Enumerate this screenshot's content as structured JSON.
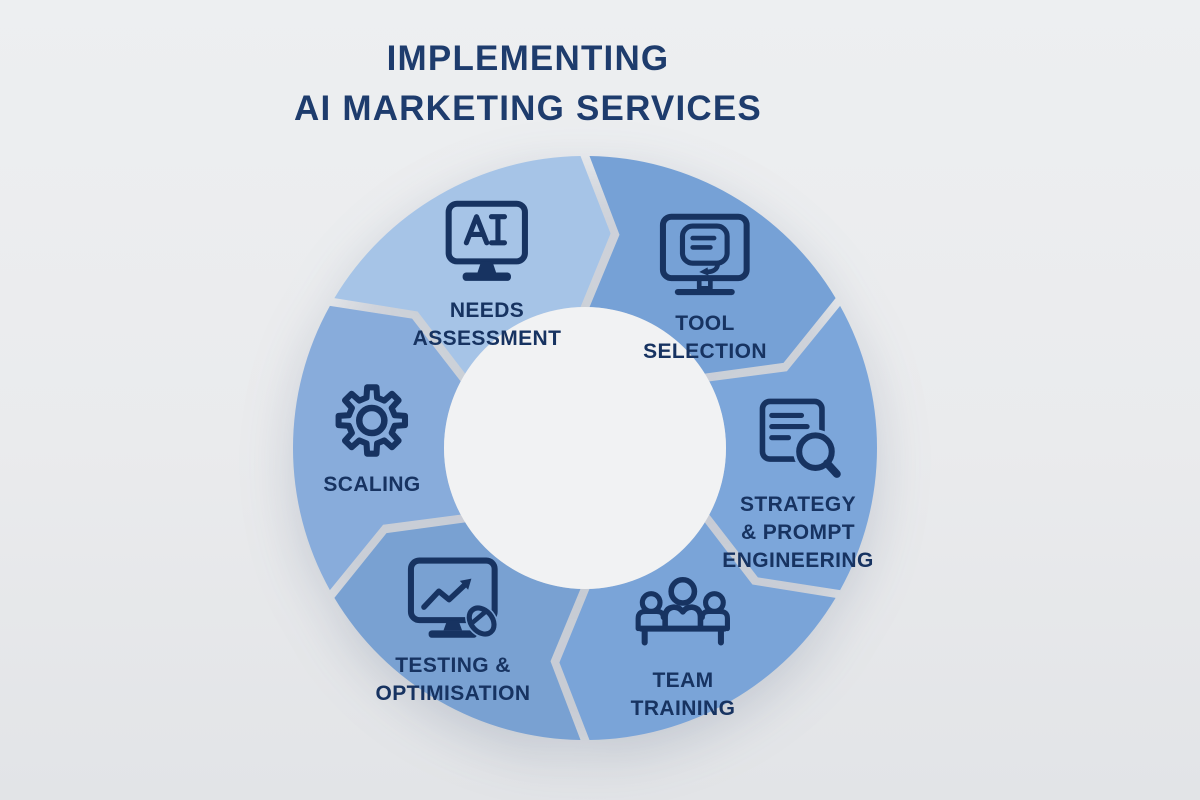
{
  "title": {
    "line1": "IMPLEMENTING",
    "line2": "AI MARKETING SERVICES"
  },
  "colors": {
    "background": "#eaebed",
    "hole": "#f1f2f3",
    "ink": "#173361",
    "title": "#1e3c6d"
  },
  "wheel": {
    "type": "circular-process-cycle",
    "direction": "clockwise",
    "segments": [
      {
        "id": "needs-assessment",
        "label": "NEEDS\nASSESSMENT",
        "icon": "ai-monitor-icon",
        "color": "#a6c4e7",
        "start_angle": 300
      },
      {
        "id": "tool-selection",
        "label": "TOOL\nSELECTION",
        "icon": "chat-monitor-icon",
        "color": "#76a1d6",
        "start_angle": 0
      },
      {
        "id": "strategy-prompt-engineering",
        "label": "STRATEGY\n& PROMPT\nENGINEERING",
        "icon": "document-search-icon",
        "color": "#7ca6da",
        "start_angle": 60
      },
      {
        "id": "team-training",
        "label": "TEAM\nTRAINING",
        "icon": "team-meeting-icon",
        "color": "#7aa4d8",
        "start_angle": 120
      },
      {
        "id": "testing-optimisation",
        "label": "TESTING &\nOPTIMISATION",
        "icon": "chart-mouse-monitor-icon",
        "color": "#79a1d2",
        "start_angle": 180
      },
      {
        "id": "scaling",
        "label": "SCALING",
        "icon": "gear-icon",
        "color": "#88acdb",
        "start_angle": 240
      }
    ]
  }
}
